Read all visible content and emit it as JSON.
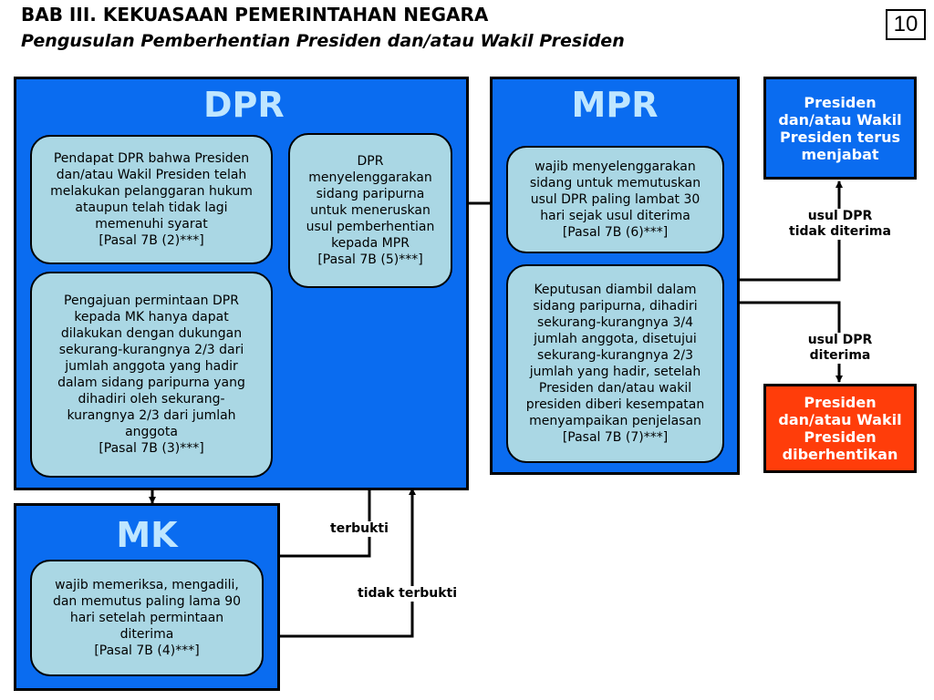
{
  "header": {
    "title": "BAB III. KEKUASAAN PEMERINTAHAN NEGARA",
    "subtitle": "Pengusulan Pemberhentian Presiden dan/atau Wakil Presiden",
    "page_number": "10"
  },
  "dpr": {
    "title": "DPR",
    "box_opinion": [
      "Pendapat DPR bahwa Presiden",
      "dan/atau Wakil Presiden telah",
      "melakukan pelanggaran hukum",
      "ataupun telah tidak lagi",
      "memenuhi syarat",
      "[Pasal 7B (2)***]"
    ],
    "box_submission": [
      "Pengajuan permintaan DPR",
      "kepada MK hanya dapat",
      "dilakukan dengan dukungan",
      "sekurang-kurangnya 2/3 dari",
      "jumlah anggota yang hadir",
      "dalam sidang paripurna yang",
      "dihadiri oleh sekurang-",
      "kurangnya 2/3 dari jumlah",
      "anggota",
      "[Pasal 7B (3)***]"
    ],
    "box_plenary": [
      "DPR",
      "menyelenggarakan",
      "sidang paripurna",
      "untuk meneruskan",
      "usul pemberhentian",
      "kepada MPR",
      "[Pasal 7B (5)***]"
    ]
  },
  "mpr": {
    "title": "MPR",
    "box_obligation": [
      "wajib menyelenggarakan",
      "sidang untuk memutuskan",
      "usul DPR paling lambat 30",
      "hari sejak usul diterima",
      "[Pasal 7B (6)***]"
    ],
    "box_decision": [
      "Keputusan diambil dalam",
      "sidang paripurna, dihadiri",
      "sekurang-kurangnya 3/4",
      "jumlah anggota, disetujui",
      "sekurang-kurangnya 2/3",
      "jumlah yang hadir, setelah",
      "Presiden dan/atau wakil",
      "presiden diberi kesempatan",
      "menyampaikan penjelasan",
      "[Pasal 7B (7)***]"
    ]
  },
  "mk": {
    "title": "MK",
    "box_duty": [
      "wajib memeriksa, mengadili,",
      "dan memutus paling lama 90",
      "hari setelah permintaan",
      "diterima",
      "[Pasal 7B (4)***]"
    ]
  },
  "outcomes": {
    "continue": [
      "Presiden",
      "dan/atau Wakil",
      "Presiden terus",
      "menjabat"
    ],
    "dismissed": [
      "Presiden",
      "dan/atau Wakil",
      "Presiden",
      "diberhentikan"
    ]
  },
  "labels": {
    "rejected": [
      "usul DPR",
      "tidak diterima"
    ],
    "accepted": [
      "usul DPR",
      "diterima"
    ],
    "proven": "terbukti",
    "not_proven": "tidak terbukti"
  },
  "colors": {
    "panel_blue": "#0a6cf0",
    "box_fill": "#aad7e4",
    "title_light": "#bfe6ff",
    "dismissed_red": "#ff3d0a"
  }
}
